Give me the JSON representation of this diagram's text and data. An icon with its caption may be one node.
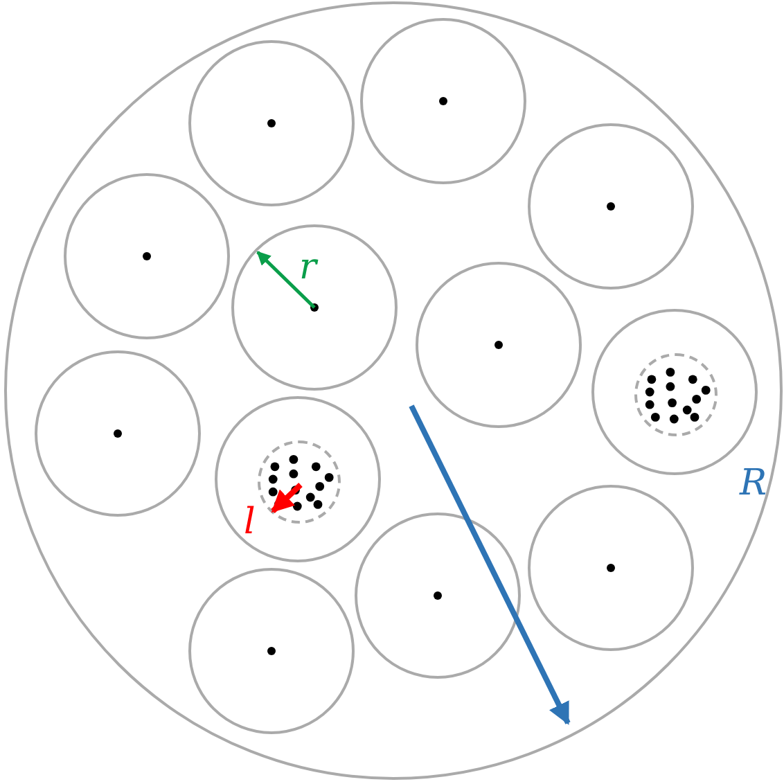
{
  "diagram": {
    "nodes": [
      {
        "text": [],
        "shape": "circle"
      },
      {
        "text": [],
        "shape": "circle",
        "in": 0
      },
      {
        "text": [],
        "shape": "circle",
        "in": 0
      },
      {
        "text": [],
        "shape": "circle",
        "in": 0
      },
      {
        "text": [],
        "shape": "circle",
        "in": 0
      },
      {
        "text": [],
        "shape": "circle",
        "in": 0
      },
      {
        "text": [],
        "shape": "circle",
        "in": 0
      },
      {
        "text": [],
        "shape": "circle",
        "in": 0
      },
      {
        "text": [],
        "shape": "circle",
        "in": 0
      },
      {
        "text": [],
        "shape": "circle",
        "in": 0
      },
      {
        "text": [],
        "shape": "circle",
        "in": 0
      },
      {
        "text": [],
        "shape": "circle",
        "in": 0
      },
      {
        "text": [],
        "shape": "circle",
        "in": 0
      },
      {
        "text": [],
        "shape": "circle",
        "in": 8
      },
      {
        "text": [],
        "shape": "circle",
        "in": 9
      }
    ],
    "labels": [
      "r",
      "R",
      "l"
    ]
  }
}
